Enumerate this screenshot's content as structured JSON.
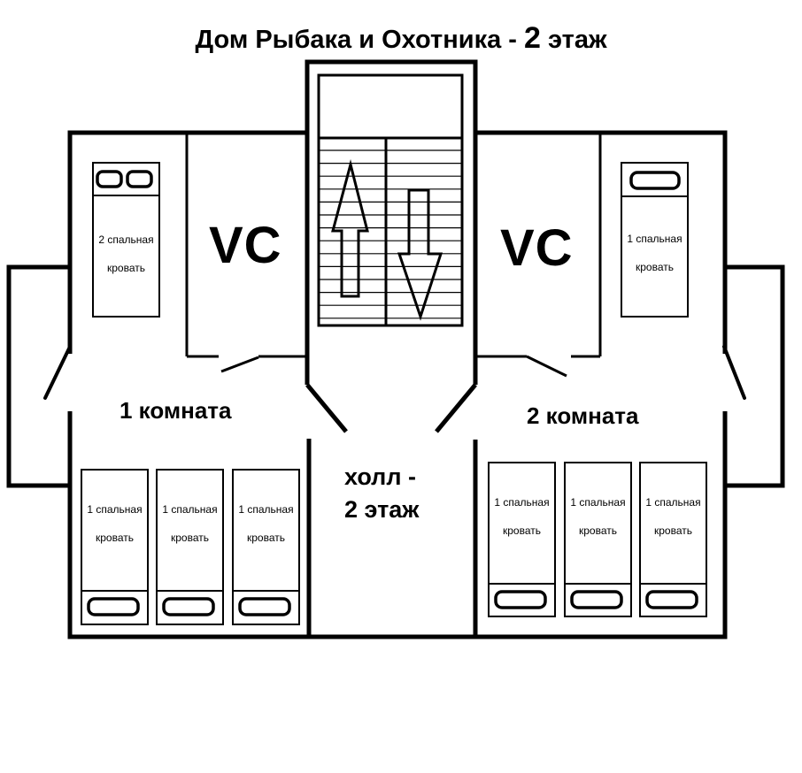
{
  "title": {
    "prefix": "Дом Рыбака и Охотника - ",
    "floor_number": "2",
    "suffix": " этаж"
  },
  "wc_left": "VC",
  "wc_right": "VC",
  "room1": {
    "label": "1 комната",
    "beds": [
      {
        "line1": "1 спальная",
        "line2": "кровать"
      },
      {
        "line1": "1 спальная",
        "line2": "кровать"
      },
      {
        "line1": "1 спальная",
        "line2": "кровать"
      }
    ]
  },
  "room1_double_bed": {
    "line1": "2 спальная",
    "line2": "кровать"
  },
  "room2": {
    "label": "2 комната",
    "beds": [
      {
        "line1": "1 спальная",
        "line2": "кровать"
      },
      {
        "line1": "1 спальная",
        "line2": "кровать"
      },
      {
        "line1": "1 спальная",
        "line2": "кровать"
      }
    ]
  },
  "room2_top_bed": {
    "line1": "1 спальная",
    "line2": "кровать"
  },
  "hall": {
    "line1": "холл -",
    "line2": "2 этаж"
  },
  "stairs": {
    "up_arrow": "arrow-up",
    "down_arrow": "arrow-down"
  }
}
